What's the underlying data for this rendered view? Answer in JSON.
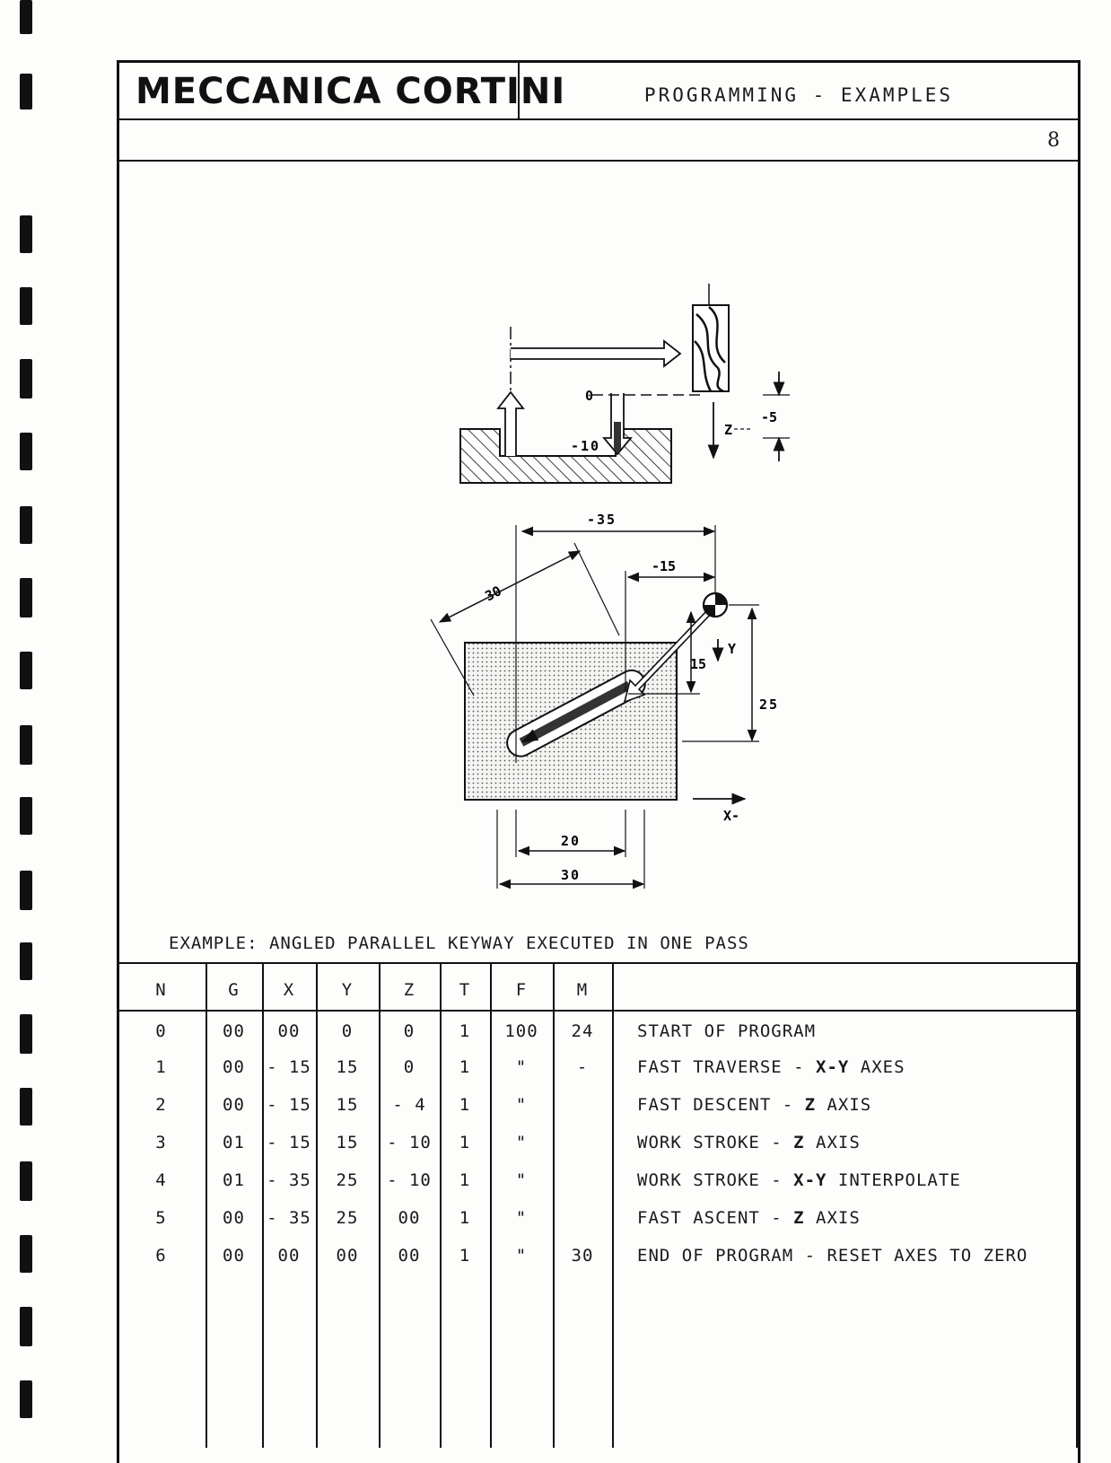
{
  "header": {
    "brand": "MECCANICA CORTINI",
    "title": "PROGRAMMING - EXAMPLES",
    "page_number": "8"
  },
  "figure": {
    "side_view": {
      "label_zero": "0",
      "label_depth": "-10",
      "label_z": "Z",
      "label_clearance": "-5"
    },
    "plan_view": {
      "dim_x_total": "-35",
      "dim_x_start": "-15",
      "dim_length": "30",
      "dim_y_start": "15",
      "label_y": "Y",
      "dim_y_total": "25",
      "label_x": "X-",
      "dim_width_inner": "20",
      "dim_width_outer": "30"
    }
  },
  "caption": "EXAMPLE: ANGLED PARALLEL KEYWAY EXECUTED IN ONE PASS",
  "table": {
    "columns": [
      "N",
      "G",
      "X",
      "Y",
      "Z",
      "T",
      "F",
      "M"
    ],
    "rows": [
      {
        "n": "0",
        "g": "00",
        "x": "00",
        "y": "0",
        "z": "0",
        "t": "1",
        "f": "100",
        "m": "24",
        "desc_pre": "START OF PROGRAM",
        "desc_bold": "",
        "desc_post": ""
      },
      {
        "n": "1",
        "g": "00",
        "x": "- 15",
        "y": "15",
        "z": "0",
        "t": "1",
        "f": "\"",
        "m": "-",
        "desc_pre": "FAST TRAVERSE - ",
        "desc_bold": "X-Y",
        "desc_post": " AXES"
      },
      {
        "n": "2",
        "g": "00",
        "x": "- 15",
        "y": "15",
        "z": "- 4",
        "t": "1",
        "f": "\"",
        "m": "",
        "desc_pre": "FAST DESCENT - ",
        "desc_bold": "Z",
        "desc_post": " AXIS"
      },
      {
        "n": "3",
        "g": "01",
        "x": "- 15",
        "y": "15",
        "z": "- 10",
        "t": "1",
        "f": "\"",
        "m": "",
        "desc_pre": "WORK STROKE - ",
        "desc_bold": "Z",
        "desc_post": " AXIS"
      },
      {
        "n": "4",
        "g": "01",
        "x": "- 35",
        "y": "25",
        "z": "- 10",
        "t": "1",
        "f": "\"",
        "m": "",
        "desc_pre": "WORK STROKE - ",
        "desc_bold": "X-Y",
        "desc_post": " INTERPOLATE"
      },
      {
        "n": "5",
        "g": "00",
        "x": "- 35",
        "y": "25",
        "z": "00",
        "t": "1",
        "f": "\"",
        "m": "",
        "desc_pre": "FAST ASCENT - ",
        "desc_bold": "Z",
        "desc_post": " AXIS"
      },
      {
        "n": "6",
        "g": "00",
        "x": "00",
        "y": "00",
        "z": "00",
        "t": "1",
        "f": "\"",
        "m": "30",
        "desc_pre": "END OF PROGRAM - RESET AXES TO ZERO",
        "desc_bold": "",
        "desc_post": ""
      }
    ]
  }
}
